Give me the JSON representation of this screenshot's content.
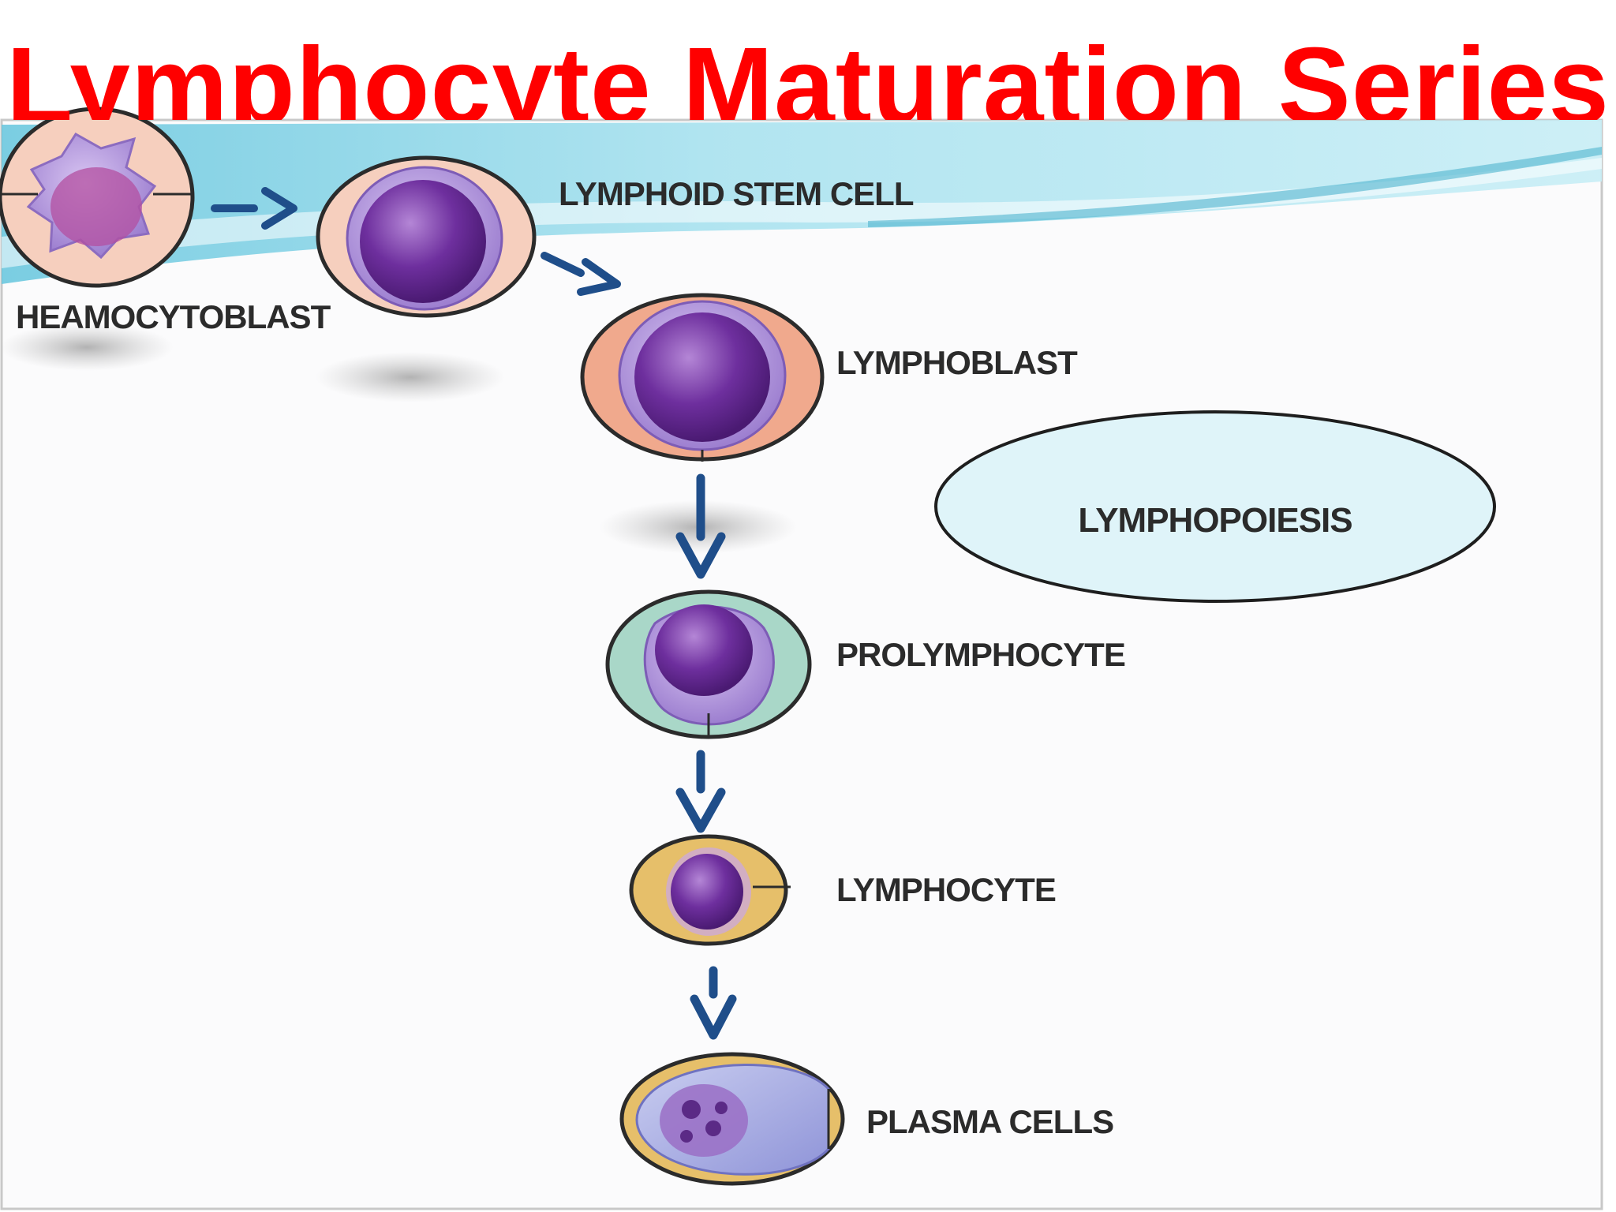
{
  "title": "Lymphocyte Maturation Series",
  "colors": {
    "title": "#ff0000",
    "arrow": "#1f4e8a",
    "label": "#2b2b2b",
    "bubble_fill": "#dff4f9",
    "banner": "#7ccfe3",
    "nucleus": "#6a2e9a"
  },
  "diagram": {
    "stages": [
      {
        "id": "heamocytoblast",
        "label": "HEAMOCYTOBLAST"
      },
      {
        "id": "lymphoid-stem-cell",
        "label": "LYMPHOID STEM CELL"
      },
      {
        "id": "lymphoblast",
        "label": "LYMPHOBLAST"
      },
      {
        "id": "prolymphocyte",
        "label": "PROLYMPHOCYTE"
      },
      {
        "id": "lymphocyte",
        "label": "LYMPHOCYTE"
      },
      {
        "id": "plasma-cells",
        "label": "PLASMA CELLS"
      }
    ],
    "process": "LYMPHOPOIESIS"
  }
}
